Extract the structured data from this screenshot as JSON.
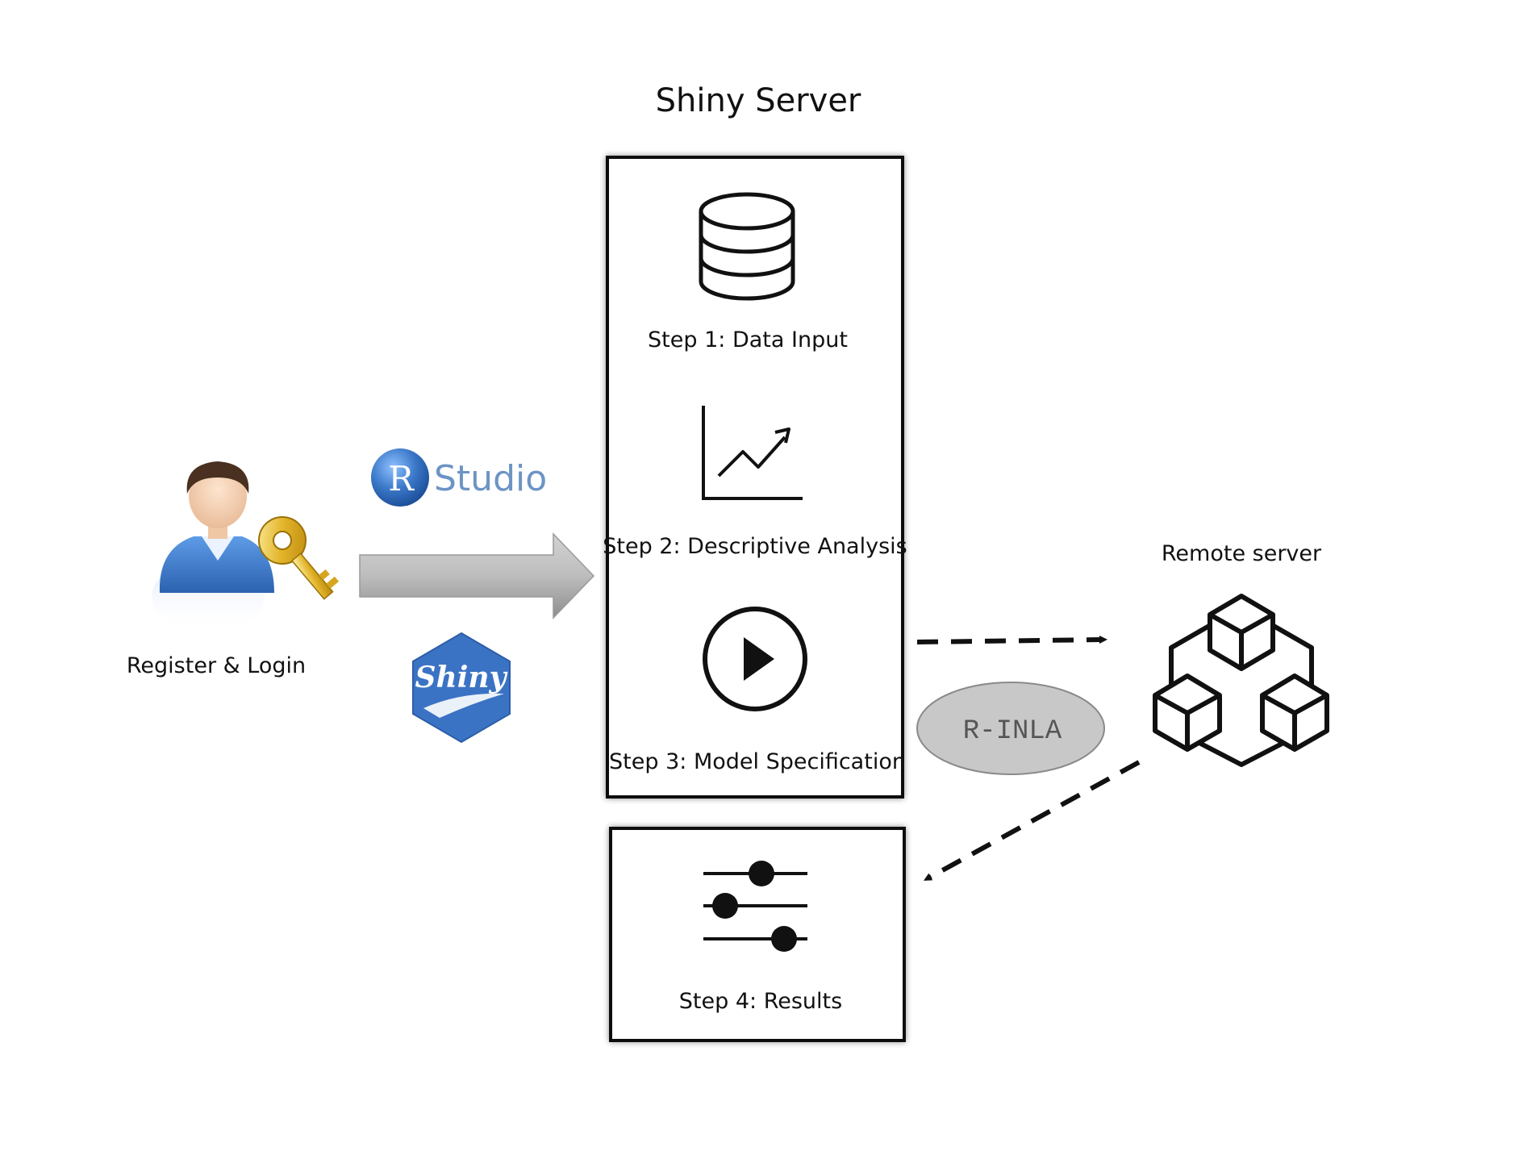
{
  "title": "Shiny Server",
  "user": {
    "label": "Register & Login"
  },
  "logos": {
    "rstudio": {
      "letter": "R",
      "text": "Studio"
    },
    "shiny": {
      "text": "Shiny"
    }
  },
  "steps": [
    {
      "label": "Step 1: Data Input",
      "icon": "database-icon"
    },
    {
      "label": "Step 2: Descriptive Analysis",
      "icon": "line-chart-icon"
    },
    {
      "label": "Step 3: Model Specification",
      "icon": "play-icon"
    },
    {
      "label": "Step 4: Results",
      "icon": "sliders-icon"
    }
  ],
  "inla": {
    "label": "R-INLA"
  },
  "remote": {
    "label": "Remote server",
    "icon": "cubes-network-icon"
  },
  "colors": {
    "arrow_fill": "#b4b4b4",
    "rstudio_blue": "#3a78c8",
    "shiny_blue": "#3b73c4",
    "inla_ellipse": "#c8c8c8",
    "key_gold": "#e2b42a",
    "user_shirt": "#3f7fd0"
  }
}
